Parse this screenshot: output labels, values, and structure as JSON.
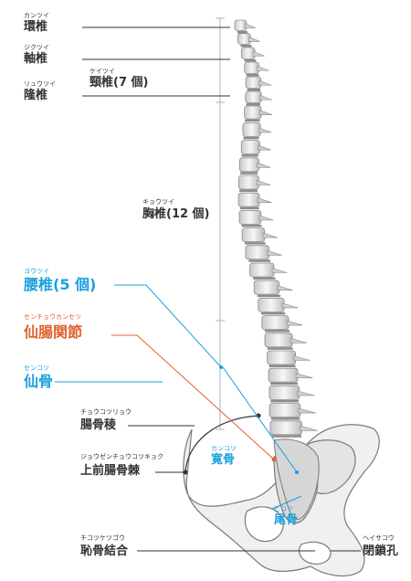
{
  "labels": {
    "kantsui": {
      "reading": "カンツイ",
      "text": "環椎"
    },
    "jikutsui": {
      "reading": "ジクツイ",
      "text": "軸椎"
    },
    "keitsui": {
      "reading": "ケイツイ",
      "text": "頸椎(7 個)"
    },
    "ryutsui": {
      "reading": "リュウツイ",
      "text": "隆椎"
    },
    "kyotsui": {
      "reading": "キョウツイ",
      "text": "胸椎(12 個)"
    },
    "yotsui": {
      "reading": "ヨウツイ",
      "text": "腰椎(5 個)"
    },
    "senchou": {
      "reading": "センチョウカンセツ",
      "text": "仙腸関節"
    },
    "senkotsu": {
      "reading": "センコツ",
      "text": "仙骨"
    },
    "chokotsuryo": {
      "reading": "チョウコツリョウ",
      "text": "腸骨稜"
    },
    "jozen": {
      "reading": "ジョウゼンチョウコツキョク",
      "text": "上前腸骨棘"
    },
    "kankotsu": {
      "reading": "カンコツ",
      "text": "寛骨"
    },
    "bikotsu": {
      "reading": "ビコツ",
      "text": "尾骨"
    },
    "chikotsu": {
      "reading": "チコツケツゴウ",
      "text": "恥骨結合"
    },
    "heisakou": {
      "reading": "ヘイサコウ",
      "text": "閉鎖孔"
    }
  },
  "colors": {
    "text": "#333333",
    "blue": "#1aa0dd",
    "orange": "#e0622c",
    "bone_fill": "#f2f2f2",
    "bone_shade": "#9a9a9a",
    "disc": "#8c8c8c"
  }
}
